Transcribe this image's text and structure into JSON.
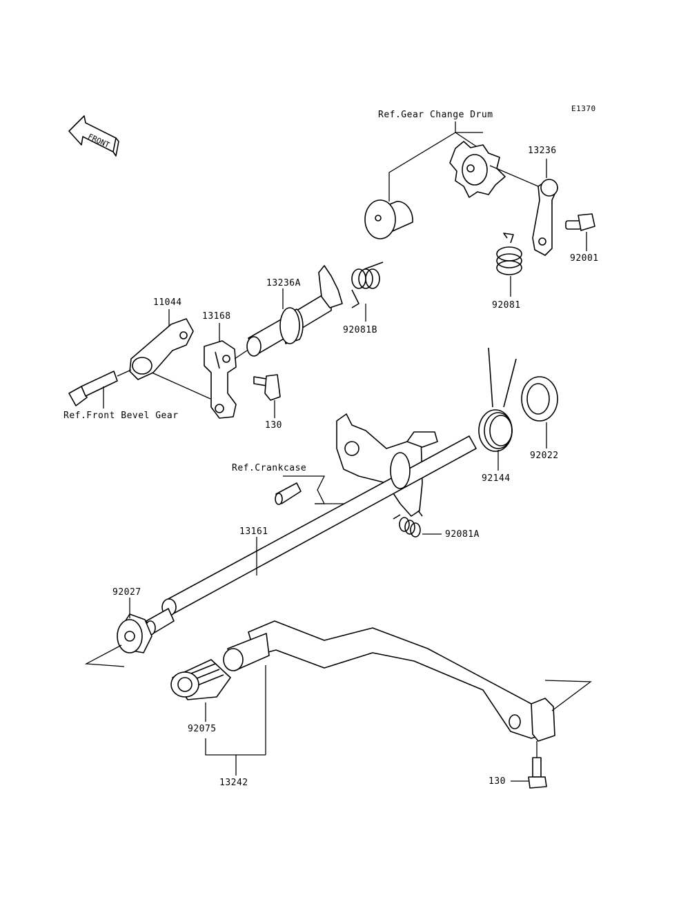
{
  "diagram_code": "E1370",
  "front_label": "FRONT",
  "refs": {
    "gear_change_drum": "Ref.Gear Change Drum",
    "front_bevel_gear": "Ref.Front Bevel Gear",
    "crankcase": "Ref.Crankcase"
  },
  "parts": {
    "p13236": "13236",
    "p92001": "92001",
    "p92081": "92081",
    "p13236A": "13236A",
    "p92081B": "92081B",
    "p11044": "11044",
    "p13168": "13168",
    "p130_upper": "130",
    "p92022": "92022",
    "p92144": "92144",
    "p92081A": "92081A",
    "p13161": "13161",
    "p92027": "92027",
    "p92075": "92075",
    "p13242": "13242",
    "p130_lower": "130"
  }
}
